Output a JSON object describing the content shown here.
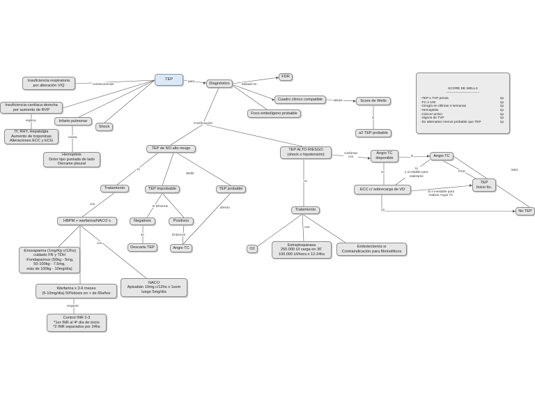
{
  "nodes": {
    "tep": "TEP",
    "diagnostico": "Diagnóstico",
    "fdr": "FDR",
    "cuadro_clinico": "Cuadro clínico compatible",
    "score_wells": "Score de Wells",
    "foco": "Foco embolígeno probable",
    "a2_tep": "a2 TEP probable",
    "insuf_resp": "Insuficiencia respiratoria\npor alteración V/Q",
    "insuf_card": "Insuficiencia cardíaca derecha\npor aumento de RVP",
    "infarto": "Infarto pulmonar",
    "shock": "Shock",
    "iy": "IY, RHY, Hepatalgia\nAumento de troponinas\nAlteraciones ECC y ECG",
    "hemoptisis": "Hemoptisis\nDolor tipo puntada de lado\nDerrame pleural",
    "tep_no_alto": "TEP de NO alto riesgo",
    "tep_alto": "TEP ALTO RIESGO\n(shock o hipotensión)",
    "tratamiento1": "Tratamiento",
    "tep_improbable": "TEP improbable",
    "tep_probable": "TEP probable",
    "hbpm": "HBPM + warfarina/NACO`s",
    "negativos": "Negativos",
    "positivos": "Positivos",
    "descarta": "Descarta TEP",
    "angio_tc1": "Angio TC",
    "enoxaparina": "-Enoxaparina (1mg/Kg c/12hs)\ncuidado FR y TDH\n-Fondaparinux (50kg - 5mg,\n50-100kg - 7.5mg,\nmás de 100kg - 10mg/día)",
    "naco": "NACO\nApixabán 10mg c/12hs x 1sem\nluego 5mg/día",
    "warfarina": "Warfarina x 3-6 meses\n(5-10mg/día) 50%dosis en + de 65años",
    "control_inr": "Control INR 2-3\n*1er INR al 4º día de inicio\n*2 INR separados por 24hs",
    "angio_disp": "Angio TC\ndisponible",
    "angio_tc2": "Angio TC",
    "ecc": "ECC c/ sobrecarga de VD",
    "tep_inicio": "TEP\nInicio tto.",
    "no_tep": "No TEP",
    "tratamiento2": "Tratamiento",
    "o2": "O2",
    "estreptoquinasa": "Estreptoquinasa\n250.000 UI carga en 30´\n100.000 UI/hora x 12-24hs",
    "embolectomia": "Embolectomía si\nContraindicación para fibrinolíticos"
  },
  "links": {
    "para": "para",
    "basado_en": "basado en",
    "apoya": "apoya",
    "si_wells": "si",
    "consecuencias": "consecuencias",
    "explica": "explica",
    "causa": "causa",
    "confirmacion": "Confirmación",
    "tu": "tu",
    "wells": "Wells",
    "con1": "con",
    "d_dimeros": "D Dímeros",
    "se": "se",
    "entonces": "Entonces",
    "directo": "directo",
    "con2": "con",
    "requiere": "requiere",
    "confirmar_con": "confirmar\ncon",
    "si_angio": "si",
    "no_angio": "no",
    "si_estable": "Si\ny si estable para\nrealizarse",
    "si_inestable": "Si e inestable para\nrealizar Angio TC",
    "pos": "POS",
    "neg": "NEG",
    "no_ecc": "no",
    "tu2": "tu",
    "con3": "con"
  },
  "wells": {
    "title": "SCORE DE WELLS",
    "separator": "------------------------------",
    "items": [
      {
        "label": "-TEP o TVP previa",
        "points": "1p"
      },
      {
        "label": "-FC ≥ 100",
        "points": "1p"
      },
      {
        "label": "-Cirugía en últimas 4 semanas",
        "points": "1p"
      },
      {
        "label": "-Hemoptisis",
        "points": "1p"
      },
      {
        "label": "-Cáncer activo",
        "points": "1p"
      },
      {
        "label": "-Signos de TVP",
        "points": "1p"
      },
      {
        "label": "-Dx alternativo menos probable que TEP",
        "points": "1p"
      }
    ]
  }
}
